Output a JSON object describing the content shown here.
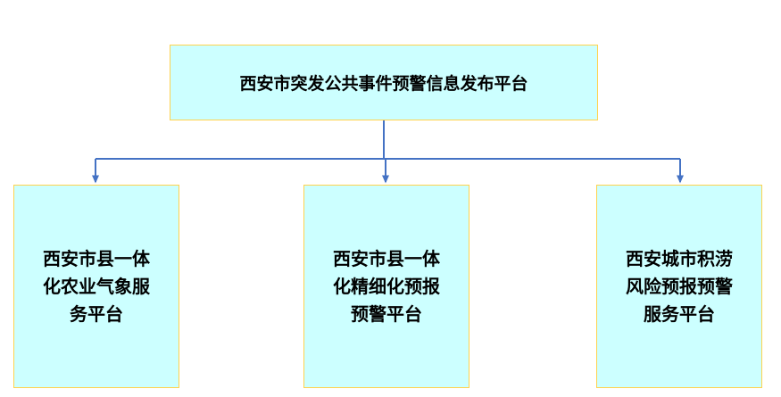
{
  "diagram": {
    "root": {
      "label": "西安市突发公共事件预警信息发布平台"
    },
    "children": [
      {
        "label": "西安市县一体化农业气象服务平台",
        "lines": [
          "西安市县一体",
          "化农业气象服",
          "务平台"
        ]
      },
      {
        "label": "西安市县一体化精细化预报预警平台",
        "lines": [
          "西安市县一体",
          "化精细化预报",
          "预警平台"
        ]
      },
      {
        "label": "西安城市积涝风险预报预警服务平台",
        "lines": [
          "西安城市积涝",
          "风险预报预警",
          "服务平台"
        ]
      }
    ],
    "colors": {
      "box_fill": "#ccffff",
      "box_border": "#ffd24d",
      "connector": "#4472c4",
      "text": "#000000"
    }
  }
}
